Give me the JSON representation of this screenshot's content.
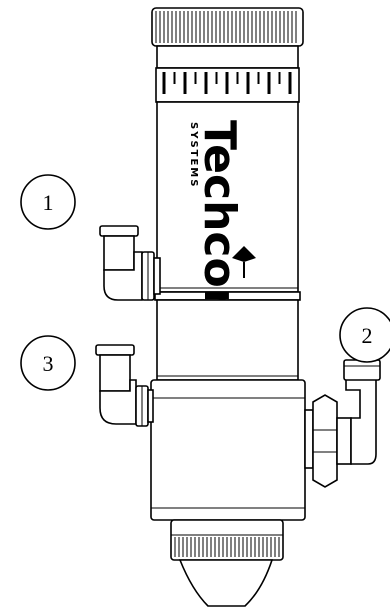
{
  "brand": {
    "name": "Techcon",
    "subtitle": "SYSTEMS"
  },
  "callouts": [
    {
      "label": "1"
    },
    {
      "label": "2"
    },
    {
      "label": "3"
    }
  ],
  "colors": {
    "line": "#000000",
    "background": "#ffffff"
  }
}
